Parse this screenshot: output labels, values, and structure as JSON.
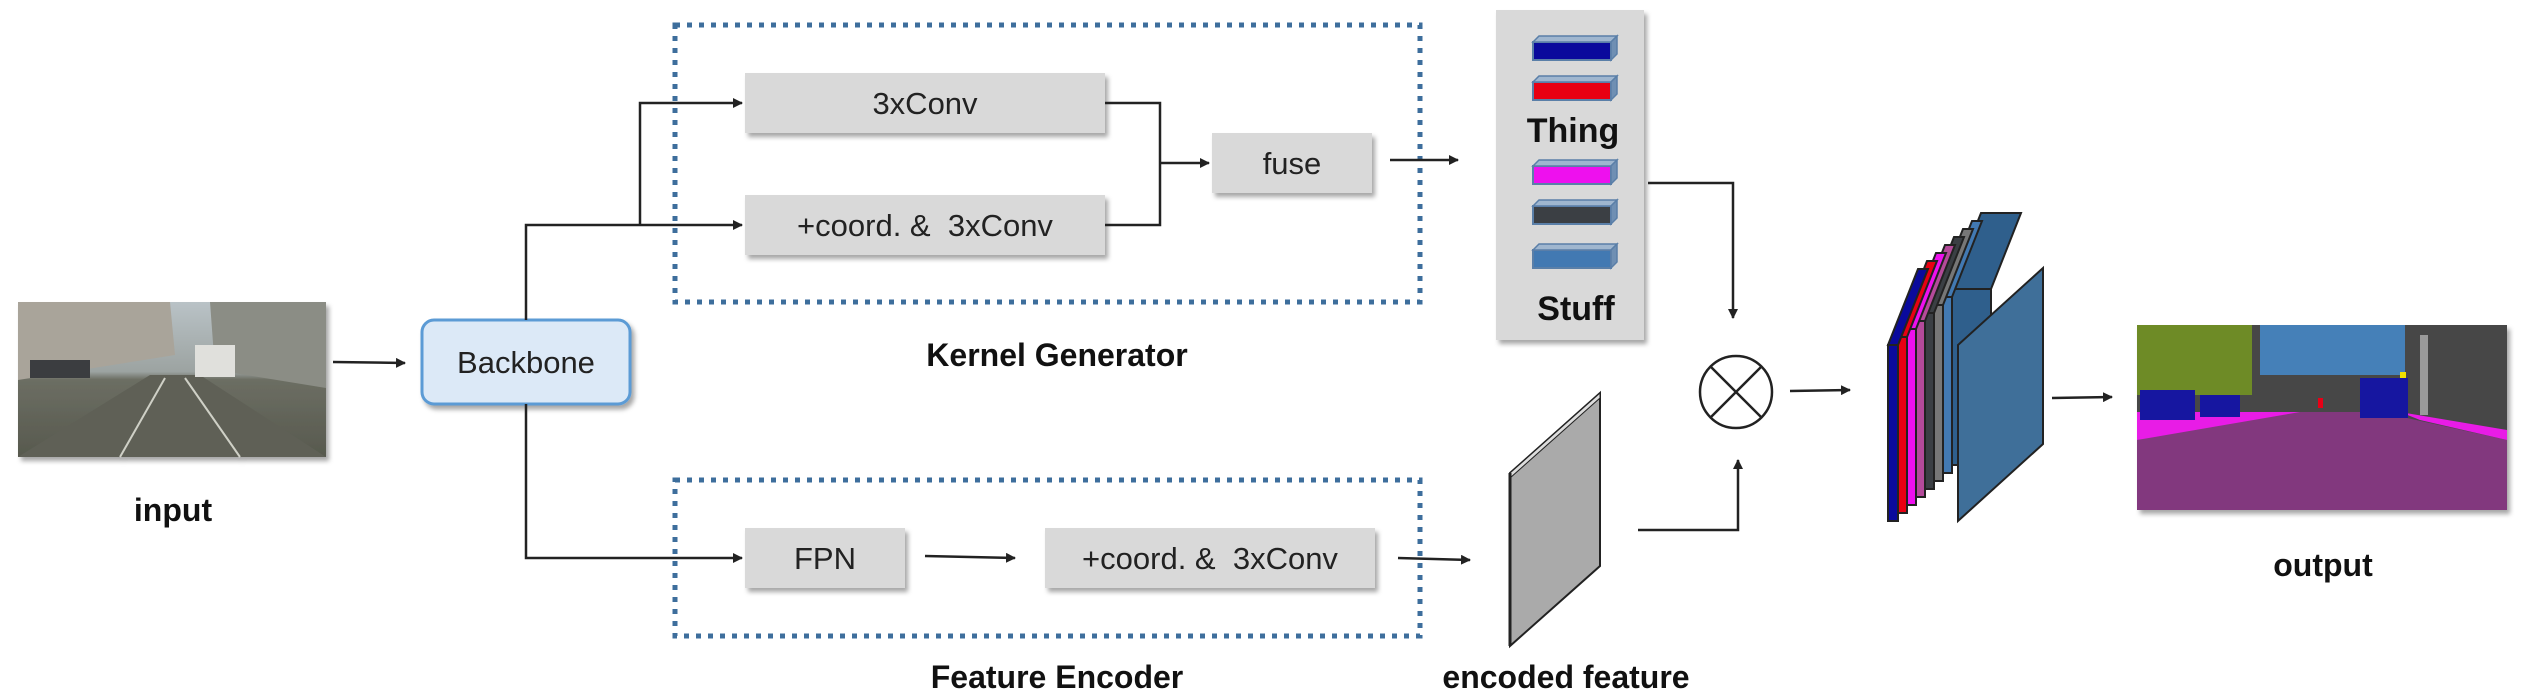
{
  "labels": {
    "input": "input",
    "backbone": "Backbone",
    "conv_top": "3xConv",
    "coord_conv_top": "+coord. &  3xConv",
    "fuse": "fuse",
    "kernel_generator": "Kernel Generator",
    "thing": "Thing",
    "stuff": "Stuff",
    "fpn": "FPN",
    "coord_conv_bottom": "+coord. &  3xConv",
    "feature_encoder": "Feature Encoder",
    "encoded_feature": "encoded feature",
    "output": "output"
  },
  "colors": {
    "kernel_thing": [
      "#0a0a9c",
      "#e80012"
    ],
    "kernel_stuff": [
      "#ee10ee",
      "#3b3f44",
      "#4279b2"
    ],
    "output_layers": [
      "#0a0a9c",
      "#e80012",
      "#ee10ee",
      "#b44a9a",
      "#3b3f44",
      "#777777",
      "#4279b2",
      "#2f5f8c"
    ],
    "module_box": "#d9d9d9",
    "backbone_fill": "#dce9f7",
    "backbone_stroke": "#5b9bd5",
    "dashed_frame": "#3d6e9c"
  },
  "icons": {
    "multiply": "circled-times-icon",
    "encoded_feature": "feature-map-icon",
    "output_stack": "output-tensor-stack-icon"
  }
}
